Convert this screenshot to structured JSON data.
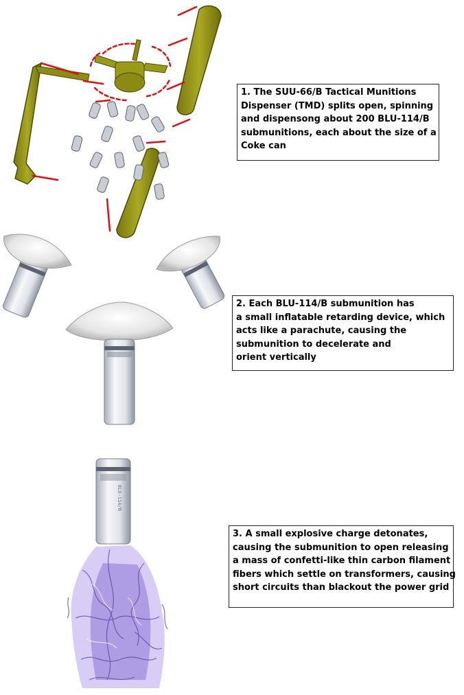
{
  "steps": [
    {
      "lines": [
        "1. The SUU-66/B Tactical Munitions",
        "Dispenser (TMD) splits open, spinning",
        "and dispensong about 200 BLU-114/B",
        "submunitions, each about the size of a",
        "Coke can"
      ]
    },
    {
      "lines": [
        "2. Each BLU-114/B submunition has",
        "a small inflatable retarding device, which",
        "acts like a parachute, causing the",
        "submunition to decelerate and",
        "orient vertically"
      ]
    },
    {
      "lines": [
        "3. A small explosive charge detonates,",
        "causing the submunition to open releasing",
        "a mass of confetti-like thin carbon filament",
        "fibers which settle on transformers, causing",
        "short circuits than blackout the power grid"
      ]
    }
  ],
  "can_label": "BLU-114/B",
  "colors": {
    "dispenser_olive": "#9a9a1a",
    "dispenser_outline": "#4a4a00",
    "spin_marks_red": "#dd1010",
    "fiber_purple": "#8a6cd6",
    "can_silver": "#e4e7ee"
  }
}
